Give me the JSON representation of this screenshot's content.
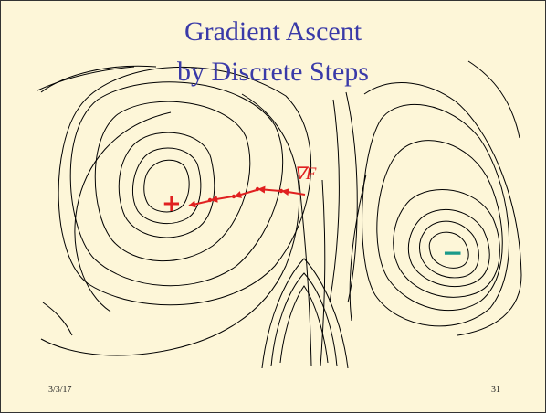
{
  "title": {
    "line1": "Gradient Ascent",
    "line2": "by Discrete Steps"
  },
  "gradient_label": "∇F",
  "maximum_marker": "+",
  "minimum_marker": "−",
  "footer": {
    "date": "3/3/17",
    "page_number": "31"
  },
  "colors": {
    "background": "#fdf6d8",
    "title": "#3a3aa8",
    "arrows": "#e02020",
    "maximum_marker": "#e02020",
    "minimum_marker": "#1a9a8a",
    "contours": "#000000"
  },
  "gradient_steps": 5
}
